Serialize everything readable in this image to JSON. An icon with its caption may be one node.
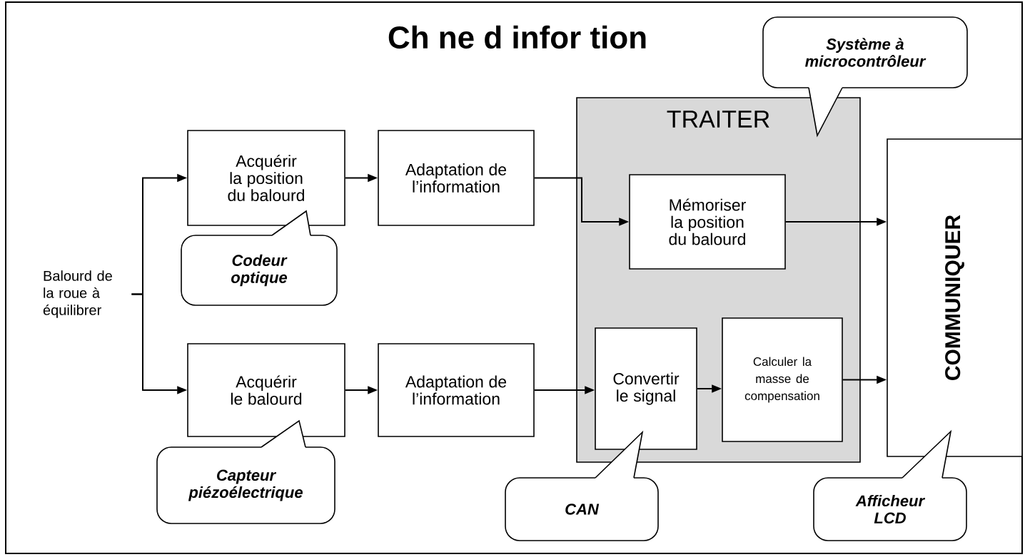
{
  "diagram": {
    "title": "Ch ne d infor tion",
    "nodes": [
      {
        "text": [
          "Balourd de la roue à équilibrer"
        ]
      },
      {
        "text": [
          "Acquérir la position du balourd"
        ]
      },
      {
        "text": [
          "Adaptation de l’information"
        ]
      },
      {
        "text": [
          "TRAITER"
        ]
      },
      {
        "text": [
          "Mémoriser la position du balourd"
        ],
        "in": 3
      },
      {
        "text": [
          "COMMUNIQUER"
        ]
      },
      {
        "text": [
          "Acquérir le balourd"
        ]
      },
      {
        "text": [
          "Adaptation de l’information"
        ]
      },
      {
        "text": [
          "Convertir le signal"
        ],
        "in": 3
      },
      {
        "text": [
          "Calculer la masse de compensation"
        ],
        "in": 3
      },
      {
        "text": [
          "Système à microcontrôleur"
        ]
      },
      {
        "text": [
          "Codeur optique"
        ]
      },
      {
        "text": [
          "Capteur piézoélectrique"
        ]
      },
      {
        "text": [
          "CAN"
        ]
      },
      {
        "text": [
          "Afficheur LCD"
        ]
      }
    ],
    "edges": [
      {
        "from": 0,
        "to": 1,
        "arrow": "to"
      },
      {
        "from": 0,
        "to": 6,
        "arrow": "to"
      },
      {
        "from": 1,
        "to": 2,
        "arrow": "to"
      },
      {
        "from": 2,
        "to": 4,
        "arrow": "to"
      },
      {
        "from": 4,
        "to": 5,
        "arrow": "to"
      },
      {
        "from": 6,
        "to": 7,
        "arrow": "to"
      },
      {
        "from": 7,
        "to": 8,
        "arrow": "to"
      },
      {
        "from": 8,
        "to": 9,
        "arrow": "to"
      },
      {
        "from": 9,
        "to": 5,
        "arrow": "to"
      }
    ]
  }
}
